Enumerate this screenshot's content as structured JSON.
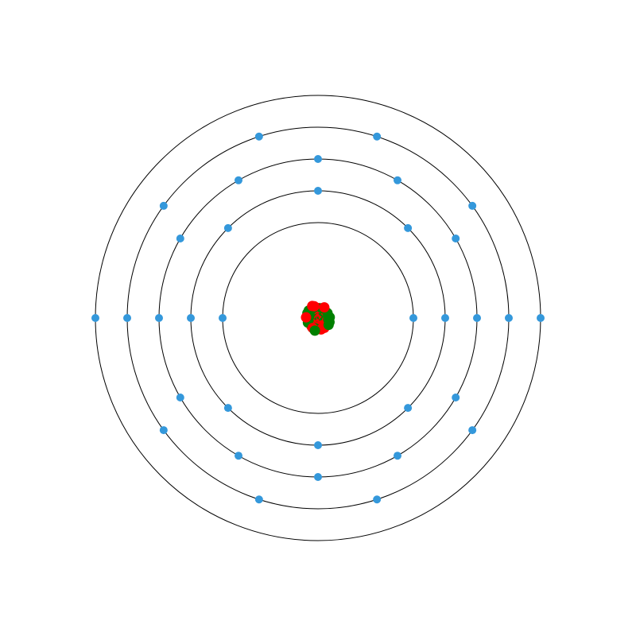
{
  "colors": {
    "background": "#ffffff",
    "orbit": "#000000",
    "electron": "#3498db",
    "proton": "#ff0000",
    "neutron": "#008000"
  },
  "atom": {
    "shells": [
      {
        "electrons": 2
      },
      {
        "electrons": 8
      },
      {
        "electrons": 12
      },
      {
        "electrons": 10
      },
      {
        "electrons": 2
      }
    ],
    "nucleus": {
      "protons": 34,
      "neutrons": 34
    }
  }
}
